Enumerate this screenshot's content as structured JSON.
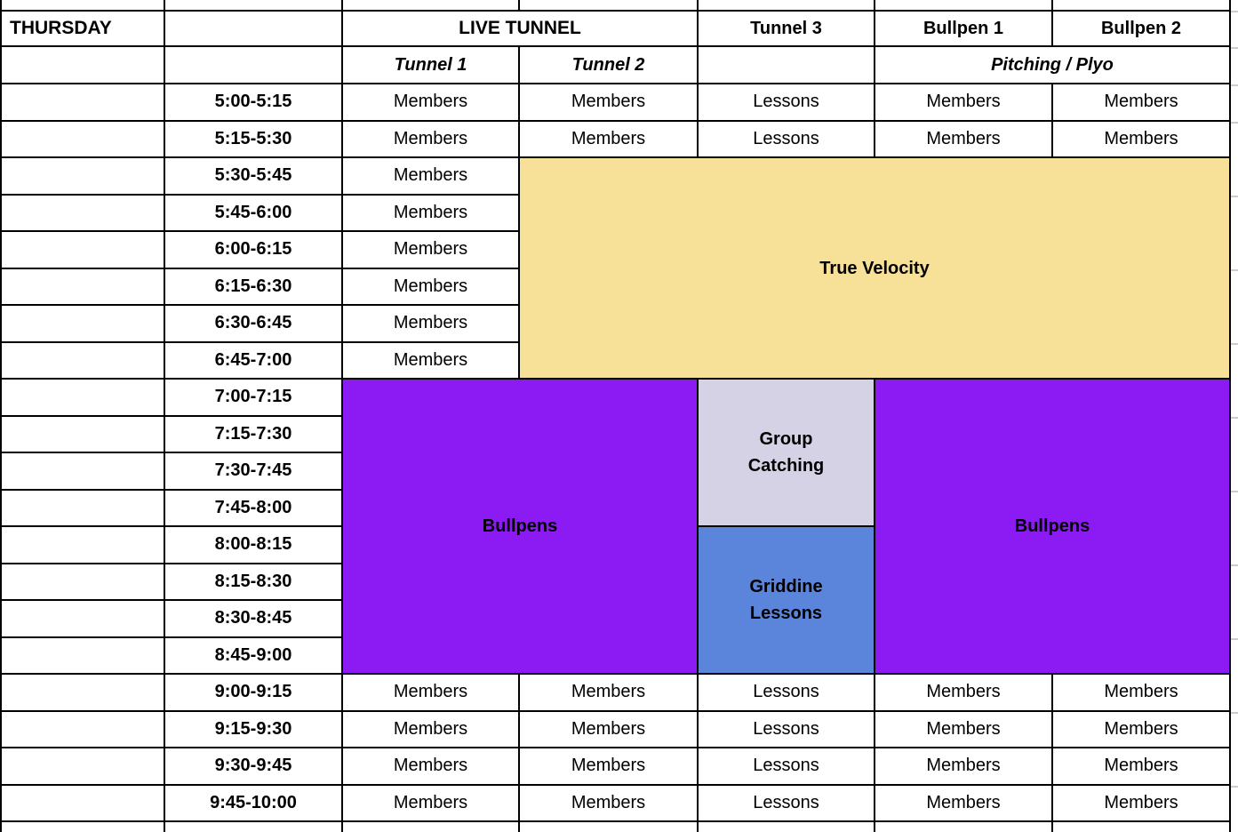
{
  "header": {
    "day": "THURSDAY",
    "live_tunnel": "LIVE TUNNEL",
    "tunnel3": "Tunnel 3",
    "bullpen1": "Bullpen 1",
    "bullpen2": "Bullpen 2",
    "tunnel1": "Tunnel 1",
    "tunnel2": "Tunnel 2",
    "pitching_plyo": "Pitching / Plyo"
  },
  "blocks": {
    "true_velocity": "True Velocity",
    "bullpens_left": "Bullpens",
    "group_catching": "Group\nCatching",
    "griddine_lessons": "Griddine\nLessons",
    "bullpens_right": "Bullpens"
  },
  "schedule_rows": [
    {
      "time": "5:00-5:15",
      "tunnel1": "Members",
      "tunnel2": "Members",
      "tunnel3": "Lessons",
      "bullpen1": "Members",
      "bullpen2": "Members"
    },
    {
      "time": "5:15-5:30",
      "tunnel1": "Members",
      "tunnel2": "Members",
      "tunnel3": "Lessons",
      "bullpen1": "Members",
      "bullpen2": "Members"
    },
    {
      "time": "5:30-5:45",
      "tunnel1": "Members",
      "tunnel2": null,
      "tunnel3": null,
      "bullpen1": null,
      "bullpen2": null
    },
    {
      "time": "5:45-6:00",
      "tunnel1": "Members",
      "tunnel2": null,
      "tunnel3": null,
      "bullpen1": null,
      "bullpen2": null
    },
    {
      "time": "6:00-6:15",
      "tunnel1": "Members",
      "tunnel2": null,
      "tunnel3": null,
      "bullpen1": null,
      "bullpen2": null
    },
    {
      "time": "6:15-6:30",
      "tunnel1": "Members",
      "tunnel2": null,
      "tunnel3": null,
      "bullpen1": null,
      "bullpen2": null
    },
    {
      "time": "6:30-6:45",
      "tunnel1": "Members",
      "tunnel2": null,
      "tunnel3": null,
      "bullpen1": null,
      "bullpen2": null
    },
    {
      "time": "6:45-7:00",
      "tunnel1": "Members",
      "tunnel2": null,
      "tunnel3": null,
      "bullpen1": null,
      "bullpen2": null
    },
    {
      "time": "7:00-7:15",
      "tunnel1": null,
      "tunnel2": null,
      "tunnel3": null,
      "bullpen1": null,
      "bullpen2": null
    },
    {
      "time": "7:15-7:30",
      "tunnel1": null,
      "tunnel2": null,
      "tunnel3": null,
      "bullpen1": null,
      "bullpen2": null
    },
    {
      "time": "7:30-7:45",
      "tunnel1": null,
      "tunnel2": null,
      "tunnel3": null,
      "bullpen1": null,
      "bullpen2": null
    },
    {
      "time": "7:45-8:00",
      "tunnel1": null,
      "tunnel2": null,
      "tunnel3": null,
      "bullpen1": null,
      "bullpen2": null
    },
    {
      "time": "8:00-8:15",
      "tunnel1": null,
      "tunnel2": null,
      "tunnel3": null,
      "bullpen1": null,
      "bullpen2": null
    },
    {
      "time": "8:15-8:30",
      "tunnel1": null,
      "tunnel2": null,
      "tunnel3": null,
      "bullpen1": null,
      "bullpen2": null
    },
    {
      "time": "8:30-8:45",
      "tunnel1": null,
      "tunnel2": null,
      "tunnel3": null,
      "bullpen1": null,
      "bullpen2": null
    },
    {
      "time": "8:45-9:00",
      "tunnel1": null,
      "tunnel2": null,
      "tunnel3": null,
      "bullpen1": null,
      "bullpen2": null
    },
    {
      "time": "9:00-9:15",
      "tunnel1": "Members",
      "tunnel2": "Members",
      "tunnel3": "Lessons",
      "bullpen1": "Members",
      "bullpen2": "Members"
    },
    {
      "time": "9:15-9:30",
      "tunnel1": "Members",
      "tunnel2": "Members",
      "tunnel3": "Lessons",
      "bullpen1": "Members",
      "bullpen2": "Members"
    },
    {
      "time": "9:30-9:45",
      "tunnel1": "Members",
      "tunnel2": "Members",
      "tunnel3": "Lessons",
      "bullpen1": "Members",
      "bullpen2": "Members"
    },
    {
      "time": "9:45-10:00",
      "tunnel1": "Members",
      "tunnel2": "Members",
      "tunnel3": "Lessons",
      "bullpen1": "Members",
      "bullpen2": "Members"
    }
  ],
  "colors": {
    "block_yellow": "#F7E098",
    "block_purple": "#8C1AF2",
    "block_lavender": "#D6D2E6",
    "block_blue": "#5B84DB",
    "grid_line": "#000000",
    "sheet_gridline": "#CCCCCC"
  }
}
